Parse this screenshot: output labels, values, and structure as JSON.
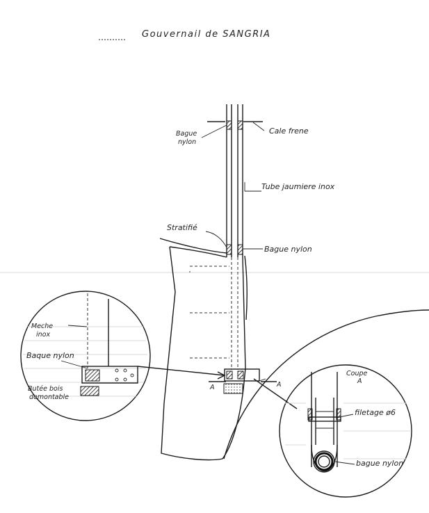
{
  "title": "Gouvernail de SANGRIA",
  "labels": {
    "bague_nylon_top_line1": "Bague",
    "bague_nylon_top_line2": "nylon",
    "cale_frene": "Cale frene",
    "tube_jaumiere": "Tube jaumiere inox",
    "stratifie": "Stratifié",
    "bague_nylon_right": "Bague nylon",
    "meche_line1": "Meche",
    "meche_line2": "inox",
    "bague_nylon_detail": "Baque nylon",
    "butee_line1": "Butée bois",
    "butee_line2": "demontable",
    "section_a_left": "A",
    "section_a_right": "A",
    "coupe_line1": "Coupe",
    "coupe_line2": "A",
    "filetage": "filetage ø6",
    "bague_nylon_section": "bague nylon"
  }
}
